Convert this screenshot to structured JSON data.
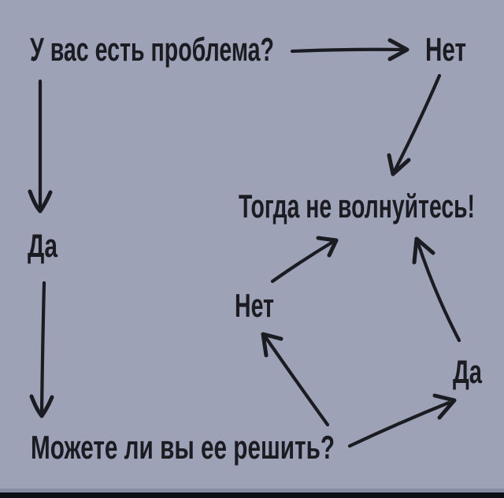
{
  "meta": {
    "kind": "flowchart-meme",
    "language": "ru"
  },
  "colors": {
    "background": "#9ea2b7",
    "ink": "#1b1b22",
    "bottom_bar": "#0e0e18",
    "bottom_bar_shadow": "#878ca4"
  },
  "nodes": [
    {
      "id": "question-1",
      "label": "У вас есть проблема?"
    },
    {
      "id": "answer-no-1",
      "label": "Нет"
    },
    {
      "id": "answer-yes-1",
      "label": "Да"
    },
    {
      "id": "conclusion",
      "label": "Тогда не волнуйтесь!"
    },
    {
      "id": "question-2",
      "label": "Можете ли вы ее решить?"
    },
    {
      "id": "answer-no-2",
      "label": "Нет"
    },
    {
      "id": "answer-yes-2",
      "label": "Да"
    }
  ],
  "edges": [
    {
      "from": "question-1",
      "to": "answer-no-1"
    },
    {
      "from": "answer-no-1",
      "to": "conclusion"
    },
    {
      "from": "question-1",
      "to": "answer-yes-1"
    },
    {
      "from": "answer-yes-1",
      "to": "question-2"
    },
    {
      "from": "question-2",
      "to": "answer-no-2"
    },
    {
      "from": "answer-no-2",
      "to": "conclusion"
    },
    {
      "from": "question-2",
      "to": "answer-yes-2"
    },
    {
      "from": "answer-yes-2",
      "to": "conclusion"
    }
  ]
}
